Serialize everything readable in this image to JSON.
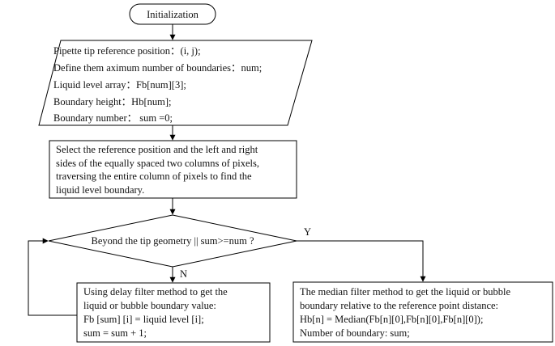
{
  "start": {
    "label": "Initialization"
  },
  "input": {
    "lines": [
      "Pipette tip reference position：(i, j);",
      "Define them aximum number of boundaries：num;",
      "Liquid level array：Fb[num][3];",
      "Boundary height：Hb[num];",
      "Boundary number： sum =0;"
    ]
  },
  "process1": {
    "lines": [
      "Select the reference position and the left and right",
      "sides of the equally spaced two columns of pixels,",
      "traversing the entire column of pixels to find the",
      "liquid level boundary."
    ]
  },
  "decision": {
    "label": "Beyond the tip geometry || sum>=num ?",
    "yes_label": "Y",
    "no_label": "N"
  },
  "process_no": {
    "lines": [
      "Using delay filter method to get the",
      "liquid or bubble boundary value:",
      "Fb [sum] [i] = liquid level [i];",
      "sum = sum + 1;"
    ]
  },
  "process_yes": {
    "lines": [
      "The median filter method to get the liquid or bubble",
      "boundary relative to the reference point distance:",
      "Hb[n] = Median(Fb[n][0],Fb[n][0],Fb[n][0]);",
      "Number of boundary: sum;"
    ]
  }
}
